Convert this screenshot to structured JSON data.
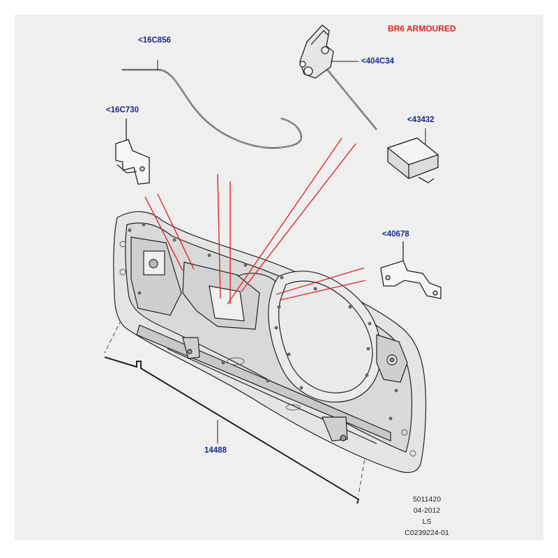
{
  "header": {
    "variant_label": "BR6 ARMOURED"
  },
  "callouts": {
    "c16C856": "<16C856",
    "c16C730": "<16C730",
    "c404C34": "<404C34",
    "c43432": "<43432",
    "c40678": "<40678",
    "c14488": "14488"
  },
  "footer": {
    "line1": "5011420",
    "line2": "04-2012",
    "line3": "LS",
    "line4": "C0239224-01"
  },
  "colors": {
    "callout_text": "#1a2a8c",
    "variant_text": "#d8261f",
    "leader_red": "#e0262a",
    "background": "#eeefee"
  }
}
